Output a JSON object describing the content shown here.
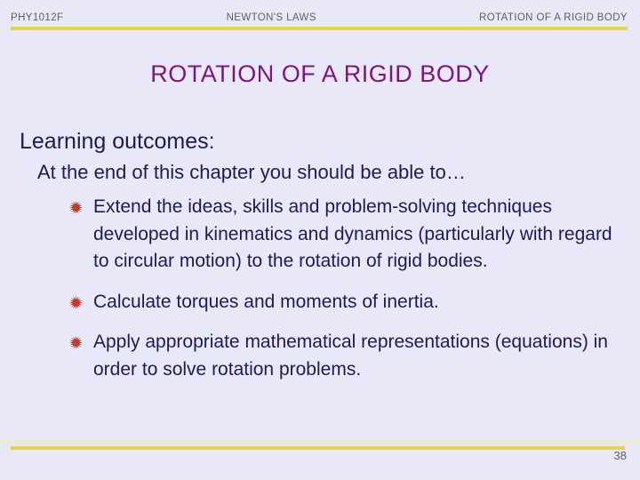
{
  "colors": {
    "background": "#E8E8F8",
    "accent_line": "#E6D54B",
    "accent_line_pale": "#F0ECAA",
    "title_text": "#7D147F",
    "body_text": "#1D1B56",
    "header_text": "#5F5F5F",
    "bullet": "#C0392B"
  },
  "header": {
    "left": "PHY1012F",
    "center": "NEWTON'S LAWS",
    "right": "ROTATION OF A RIGID BODY"
  },
  "title": "ROTATION OF A RIGID BODY",
  "body": {
    "heading": "Learning outcomes:",
    "subheading": "At the end of this chapter you should be able to…",
    "bullets": [
      "Extend the ideas, skills and problem-solving techniques developed in kinematics and dynamics (particularly with regard to circular motion) to the rotation of rigid bodies.",
      "Calculate torques and moments of inertia.",
      "Apply appropriate mathematical representations (equations) in order to solve rotation problems."
    ]
  },
  "footer": {
    "page_number": "38"
  }
}
